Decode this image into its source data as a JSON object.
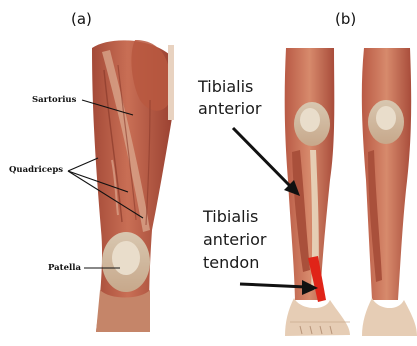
{
  "panels": [
    {
      "id": "a",
      "label": "(a)"
    },
    {
      "id": "b",
      "label": "(b)"
    }
  ],
  "annotations": {
    "sartorius": "Sartorius",
    "quadriceps": "Quadriceps",
    "patella": "Patella",
    "tibialis_anterior_line1": "Tibialis",
    "tibialis_anterior_line2": "anterior",
    "tendon_line1": "Tibialis",
    "tendon_line2": "anterior",
    "tendon_line3": "tendon"
  },
  "colors": {
    "muscle": "#c0634a",
    "muscle_dark": "#9a4433",
    "tendon_light": "#e8d6bd",
    "skin_bg": "#f3dccb",
    "highlight_tendon": "#e02418"
  }
}
